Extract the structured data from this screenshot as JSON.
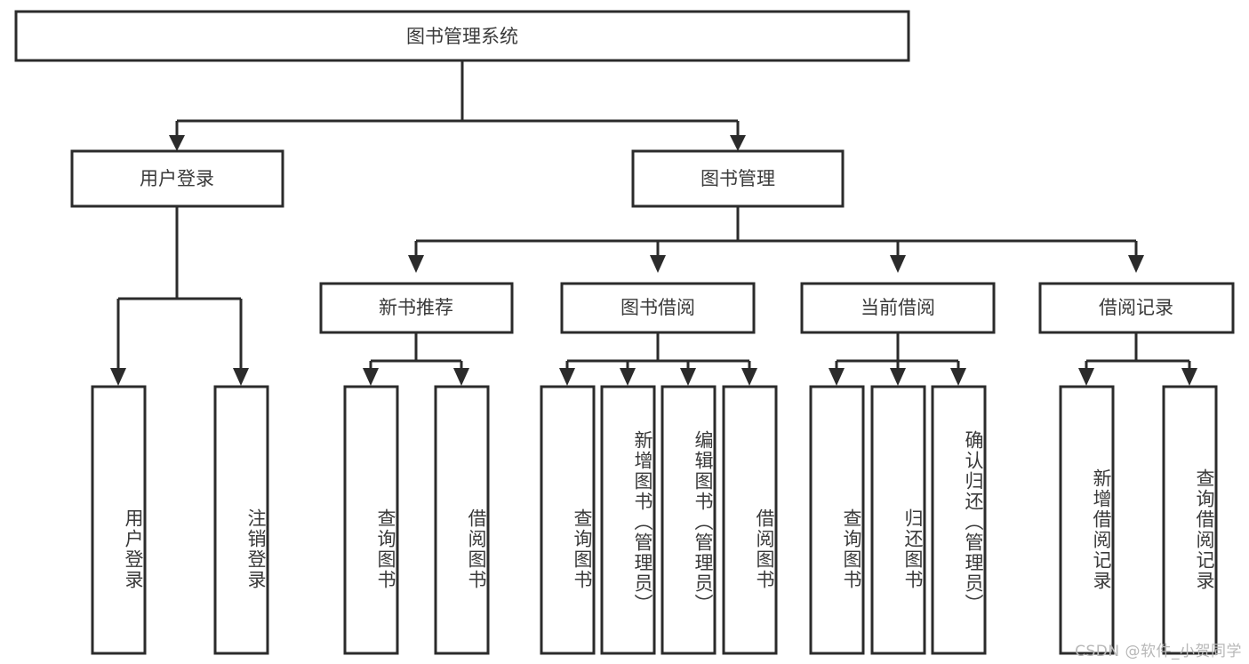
{
  "diagram": {
    "title": "图书管理系统",
    "type": "tree-hierarchy",
    "root": {
      "id": "root",
      "label": "图书管理系统"
    },
    "level2": [
      {
        "id": "user-login",
        "label": "用户登录"
      },
      {
        "id": "book-manage",
        "label": "图书管理"
      }
    ],
    "level3": [
      {
        "id": "new-book-recommend",
        "label": "新书推荐"
      },
      {
        "id": "book-borrow",
        "label": "图书借阅"
      },
      {
        "id": "current-borrow",
        "label": "当前借阅"
      },
      {
        "id": "borrow-record",
        "label": "借阅记录"
      }
    ],
    "leaves": [
      {
        "id": "leaf-user-login",
        "label": "用户登录",
        "parent": "user-login"
      },
      {
        "id": "leaf-user-logout",
        "label": "注销登录",
        "parent": "user-login"
      },
      {
        "id": "leaf-query-book-1",
        "label": "查询图书",
        "parent": "new-book-recommend"
      },
      {
        "id": "leaf-borrow-book-1",
        "label": "借阅图书",
        "parent": "new-book-recommend"
      },
      {
        "id": "leaf-query-book-2",
        "label": "查询图书",
        "parent": "book-borrow"
      },
      {
        "id": "leaf-add-book",
        "label": "新增图书（管理员）",
        "parent": "book-borrow"
      },
      {
        "id": "leaf-edit-book",
        "label": "编辑图书（管理员）",
        "parent": "book-borrow"
      },
      {
        "id": "leaf-borrow-book-2",
        "label": "借阅图书",
        "parent": "book-borrow"
      },
      {
        "id": "leaf-query-book-3",
        "label": "查询图书",
        "parent": "current-borrow"
      },
      {
        "id": "leaf-return-book",
        "label": "归还图书",
        "parent": "current-borrow"
      },
      {
        "id": "leaf-confirm-return",
        "label": "确认归还（管理员）",
        "parent": "current-borrow"
      },
      {
        "id": "leaf-add-record",
        "label": "新增借阅记录",
        "parent": "borrow-record"
      },
      {
        "id": "leaf-query-record",
        "label": "查询借阅记录",
        "parent": "borrow-record"
      }
    ],
    "colors": {
      "box_stroke": "#2b2b2b",
      "box_fill": "#ffffff",
      "text": "#3a3a3a",
      "connector": "#2b2b2b",
      "background": "#ffffff",
      "watermark": "#b8b8b8"
    }
  },
  "watermark": {
    "text": "CSDN @软件_小贺同学"
  }
}
